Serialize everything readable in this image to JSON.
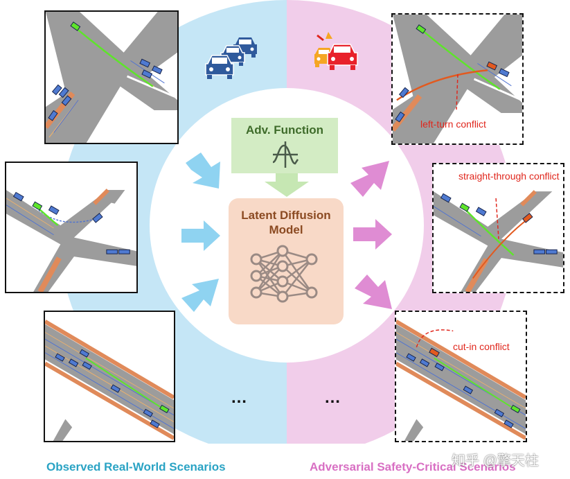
{
  "adv_function": {
    "title": "Adv. Function",
    "icon": "sine-curve-icon"
  },
  "latent_model": {
    "title": "Latent Diffusion\nModel",
    "icon": "neural-network-icon"
  },
  "left_icon": "car-queue-icon",
  "right_icon": "car-crash-icon",
  "conflicts": {
    "left_turn": "left-turn conflict",
    "straight_through": "straight-through\nconflict",
    "cut_in": "cut-in conflict"
  },
  "ellipsis_left": "…",
  "ellipsis_right": "…",
  "captions": {
    "left": "Observed Real-World Scenarios",
    "right": "Adversarial Safety-Critical Scenarios"
  },
  "watermark": "知乎 @擎天柱",
  "colors": {
    "blue_bg": "#c5e6f6",
    "pink_bg": "#f1cdea",
    "blue_caption": "#2aa3c4",
    "pink_caption": "#d86fc3",
    "blue_arrow": "#8fd3f1",
    "pink_arrow": "#df8cd3",
    "conflict_red": "#e0261c",
    "green_path": "#5ee52a"
  }
}
